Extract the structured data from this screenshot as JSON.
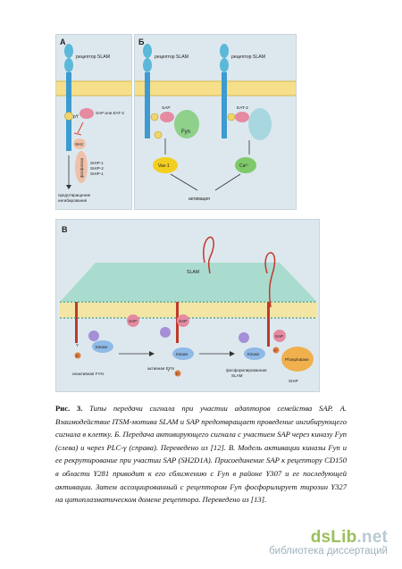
{
  "panel_a": {
    "letter": "А",
    "receptor_label": "рецептор SLAM",
    "sap_label": "SAP или EAT-2",
    "py_label": "pY",
    "sh2_label": "SH2",
    "phosphatase_label": "фосфатаза",
    "ship_lines": [
      "SHIP-1",
      "SHIP-2",
      "SHIP-1"
    ],
    "prevention_lines": [
      "предотвращение",
      "ингибирования"
    ]
  },
  "panel_b": {
    "letter": "Б",
    "receptor_left": "рецептор SLAM",
    "receptor_right": "рецептор SLAM",
    "sap_label": "SAP",
    "eat_label": "EAT-2",
    "fyn_label": "Fyn",
    "vav_label": "Vav-1",
    "ca_label": "Ca²⁺",
    "activation_label": "активация"
  },
  "panel_v": {
    "letter": "В",
    "slam_label": "SLAM",
    "sap_labels": [
      "SAP",
      "SAP",
      "SAP"
    ],
    "kinase_label": "Kinase",
    "inactive_fyn": "неактивная FYN",
    "active_fyn": "активная FYN",
    "phosphorylated_slam": [
      "фосфорилированная",
      "SLAM"
    ],
    "phosphatase_label": "Phosphatase",
    "ship_label": "SHIP",
    "y_label": "Y",
    "p_label": "P"
  },
  "caption": {
    "lead": "Рис. 3.",
    "parts": [
      " Типы передачи сигнала при участии адапторов семейства SAP. А. Взаимодействие ITSM-мотива SLAM и SAP предотвращает проведение ингибирующего сигнала в клетку. Б. Передача активирующего сигнала с участием SAP через киназу Fyn (слева) и через PLC-γ (справа). Переведено из [12]. В. Модель активации киназы Fyn и ее рекрутирование при участии SAP (SH2D1A). Присоединение SAP к рецептору CD150 в области Y281 приводит к его сближению с Fyn в районе Y307 и ее последующей активации. Затем ассоциированный с рецептором Fyn фосфорилирует тирозин Y327 на цитоплазматическом домене рецептора. Переведено из [13]."
    ]
  },
  "watermark": {
    "logo_main": "dsLib",
    "logo_tld": ".net",
    "subtitle": "библиотека диссертаций"
  }
}
